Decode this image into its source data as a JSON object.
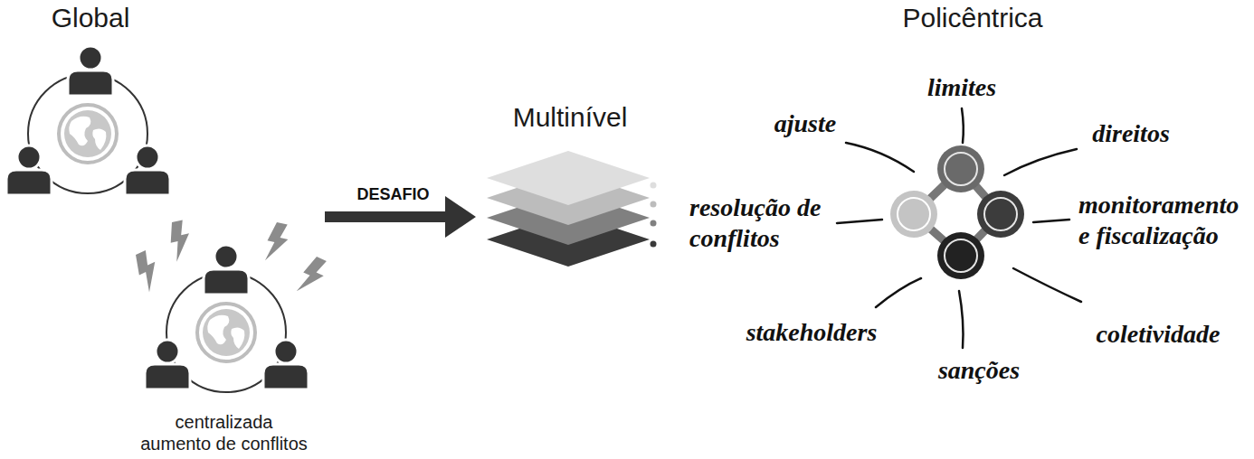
{
  "diagram": {
    "nodes": [
      {
        "text": [
          "Global"
        ]
      },
      {
        "text": [
          "centralizada aumento de conflitos"
        ]
      },
      {
        "text": [
          "Multinível"
        ]
      },
      {
        "text": [
          "Policêntrica"
        ]
      }
    ],
    "edges": [
      {
        "from": 1,
        "to": 2,
        "arrow": "to",
        "label": "DESAFIO"
      }
    ],
    "labels": [
      "limites",
      "ajuste",
      "direitos",
      "resolução de conflitos",
      "monitoramento e fiscalização",
      "stakeholders",
      "sanções",
      "coletividade"
    ]
  }
}
